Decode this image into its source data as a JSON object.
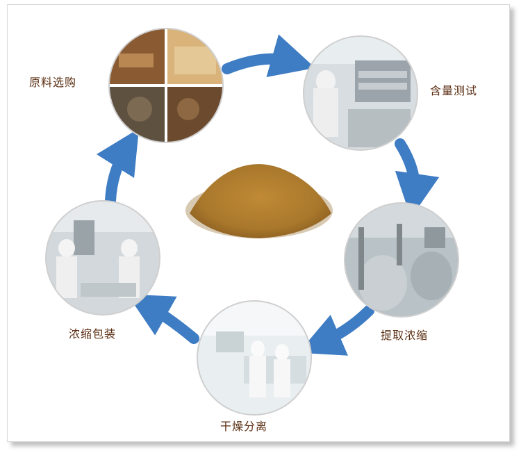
{
  "stages": [
    {
      "id": "raw-material",
      "label": "原料选购"
    },
    {
      "id": "content-test",
      "label": "含量测试"
    },
    {
      "id": "extract-concentrate",
      "label": "提取浓缩"
    },
    {
      "id": "dry-separate",
      "label": "干燥分离"
    },
    {
      "id": "concentrate-pack",
      "label": "浓缩包装"
    }
  ],
  "colors": {
    "arrow": "#3e7cc4",
    "label_text": "#5b2e12",
    "powder": "#a9782c"
  }
}
